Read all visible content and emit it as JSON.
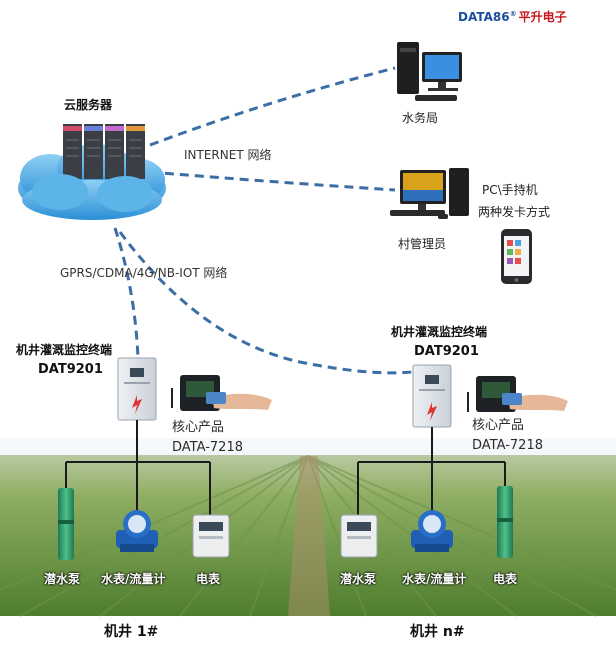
{
  "brand": {
    "name_en": "DATA86",
    "mark": "®",
    "name_cn": "平升电子"
  },
  "cloud": {
    "label": "云服务器"
  },
  "network": {
    "internet_label": "INTERNET 网络",
    "wireless_label": "GPRS/CDMA/4G/NB-IOT 网络"
  },
  "water_bureau": {
    "label": "水务局"
  },
  "village_admin": {
    "label": "村管理员",
    "note_line1": "PC\\手持机",
    "note_line2": "两种发卡方式"
  },
  "terminal_left": {
    "title": "机井灌溉监控终端",
    "model": "DAT9201"
  },
  "terminal_right": {
    "title": "机井灌溉监控终端",
    "model": "DAT9201"
  },
  "core_left": {
    "line1": "核心产品",
    "line2": "DATA-7218"
  },
  "core_right": {
    "line1": "核心产品",
    "line2": "DATA-7218"
  },
  "devices_left": {
    "pump": "潜水泵",
    "meter": "水表/流量计",
    "electric": "电表"
  },
  "devices_right": {
    "pump": "潜水泵",
    "meter": "水表/流量计",
    "electric": "电表"
  },
  "wells": {
    "left": "机井 1#",
    "right": "机井 n#"
  },
  "colors": {
    "link": "#3a6ea5",
    "brand_blue": "#1d4e9e",
    "brand_red": "#c8161d",
    "field_green": "#5f8a3a",
    "sky": "#e6edf3",
    "cloud_blue": "#4aa3df"
  }
}
